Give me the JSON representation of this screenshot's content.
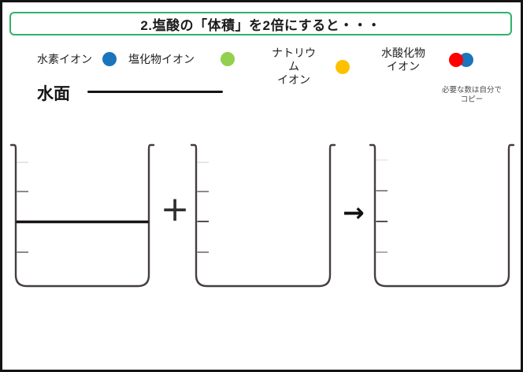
{
  "title": {
    "text": "2.塩酸の「体積」を2倍にすると・・・",
    "border_color": "#2eb36a"
  },
  "legend": {
    "items": [
      {
        "name": "hydrogen-ion",
        "line1": "水素イオン",
        "line2": "",
        "color": "#1b75bc"
      },
      {
        "name": "chloride-ion",
        "line1": "塩化物イオン",
        "line2": "",
        "color": "#92d050"
      },
      {
        "name": "sodium-ion",
        "line1": "ナトリウム",
        "line2": "イオン",
        "color": "#ffc000"
      },
      {
        "name": "hydroxide-ion",
        "line1": "水酸化物",
        "line2": "イオン",
        "color": "#ff0000",
        "color2": "#1b75bc"
      }
    ]
  },
  "water_surface": {
    "label": "水面",
    "line_color": "#141414"
  },
  "note": {
    "line1": "必要な数は自分で",
    "line2": "コピー"
  },
  "diagram": {
    "plus_label": "+",
    "arrow_label": "→",
    "beakers": [
      {
        "name": "beaker-left",
        "has_water_line": true,
        "tick_count": 4
      },
      {
        "name": "beaker-middle",
        "has_water_line": false,
        "tick_count": 4
      },
      {
        "name": "beaker-right",
        "has_water_line": false,
        "tick_count": 4
      }
    ]
  }
}
